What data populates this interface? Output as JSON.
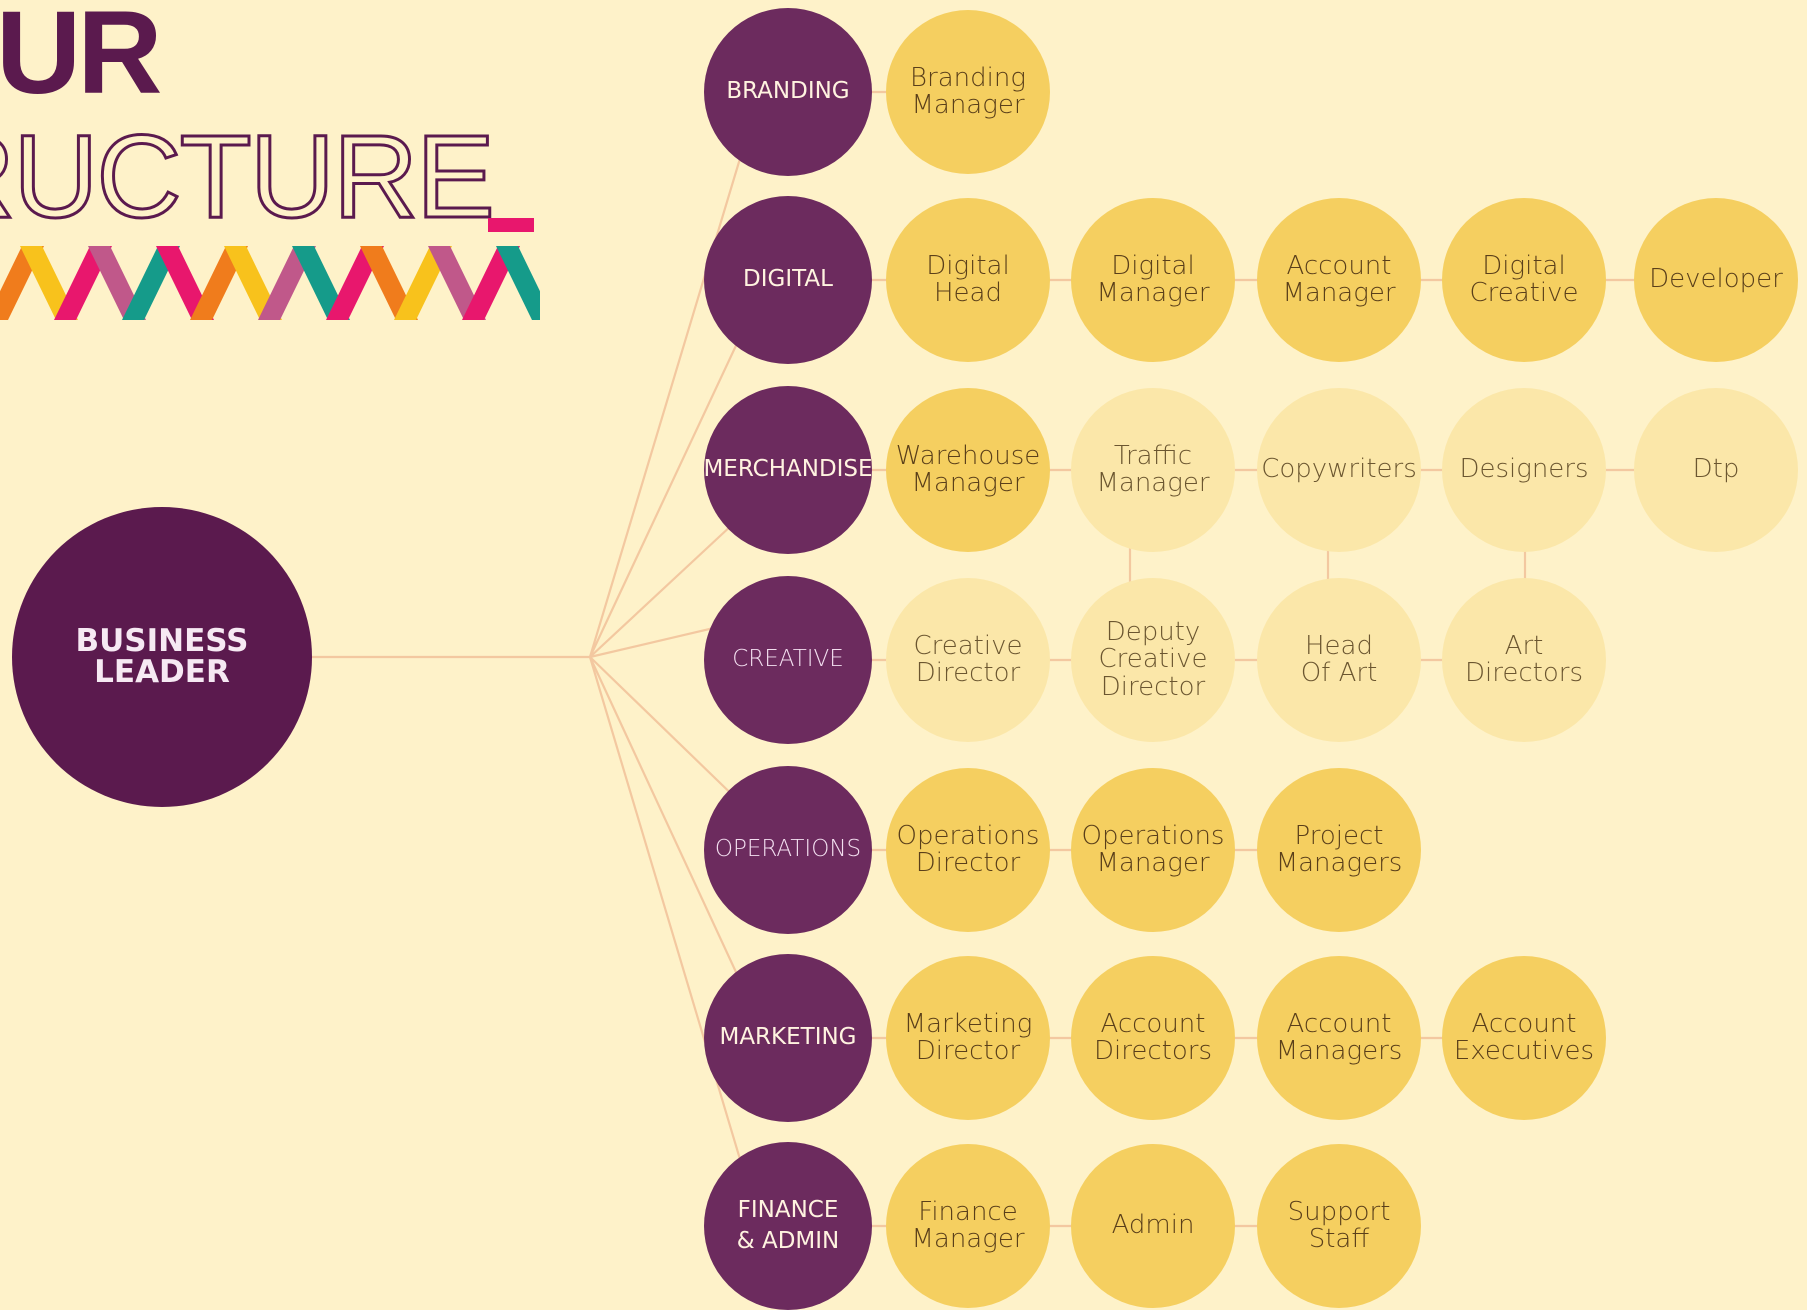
{
  "title": {
    "line1": "UR",
    "line2": "RUCTURE"
  },
  "colors": {
    "background": "#fef2c9",
    "plum": "#5b1a4e",
    "department": "#6c2b5e",
    "role": "#f5cf60",
    "role_faded": "#fbe7a9",
    "connector": "#f3c8a0",
    "accent_pink": "#e8176d",
    "accent_orange": "#f07c1c",
    "accent_yellow": "#f8c21c",
    "accent_teal": "#159b8a",
    "accent_mauve": "#c0588a"
  },
  "root": {
    "label": "BUSINESS\nLEADER"
  },
  "departments": [
    {
      "name": "BRANDING",
      "roles": [
        {
          "label": "Branding\nManager",
          "faded": false
        }
      ]
    },
    {
      "name": "DIGITAL",
      "roles": [
        {
          "label": "Digital\nHead",
          "faded": false
        },
        {
          "label": "Digital\nManager",
          "faded": false
        },
        {
          "label": "Account\nManager",
          "faded": false
        },
        {
          "label": "Digital\nCreative",
          "faded": false
        },
        {
          "label": "Developer",
          "faded": false
        }
      ]
    },
    {
      "name": "MERCHANDISE",
      "roles": [
        {
          "label": "Warehouse\nManager",
          "faded": false
        },
        {
          "label": "Traffic\nManager",
          "faded": true
        },
        {
          "label": "Copywriters",
          "faded": true
        },
        {
          "label": "Designers",
          "faded": true
        },
        {
          "label": "Dtp",
          "faded": true
        }
      ]
    },
    {
      "name": "CREATIVE",
      "roles": [
        {
          "label": "Creative\nDirector",
          "faded": true
        },
        {
          "label": "Deputy\nCreative\nDirector",
          "faded": true
        },
        {
          "label": "Head\nOf Art",
          "faded": true
        },
        {
          "label": "Art\nDirectors",
          "faded": true
        }
      ]
    },
    {
      "name": "OPERATIONS",
      "roles": [
        {
          "label": "Operations\nDirector",
          "faded": false
        },
        {
          "label": "Operations\nManager",
          "faded": false
        },
        {
          "label": "Project\nManagers",
          "faded": false
        }
      ]
    },
    {
      "name": "MARKETING",
      "roles": [
        {
          "label": "Marketing\nDirector",
          "faded": false
        },
        {
          "label": "Account\nDirectors",
          "faded": false
        },
        {
          "label": "Account\nManagers",
          "faded": false
        },
        {
          "label": "Account\nExecutives",
          "faded": false
        }
      ]
    },
    {
      "name": "FINANCE\n& ADMIN",
      "roles": [
        {
          "label": "Finance\nManager",
          "faded": false
        },
        {
          "label": "Admin",
          "faded": false
        },
        {
          "label": "Support\nStaff",
          "faded": false
        }
      ]
    }
  ]
}
